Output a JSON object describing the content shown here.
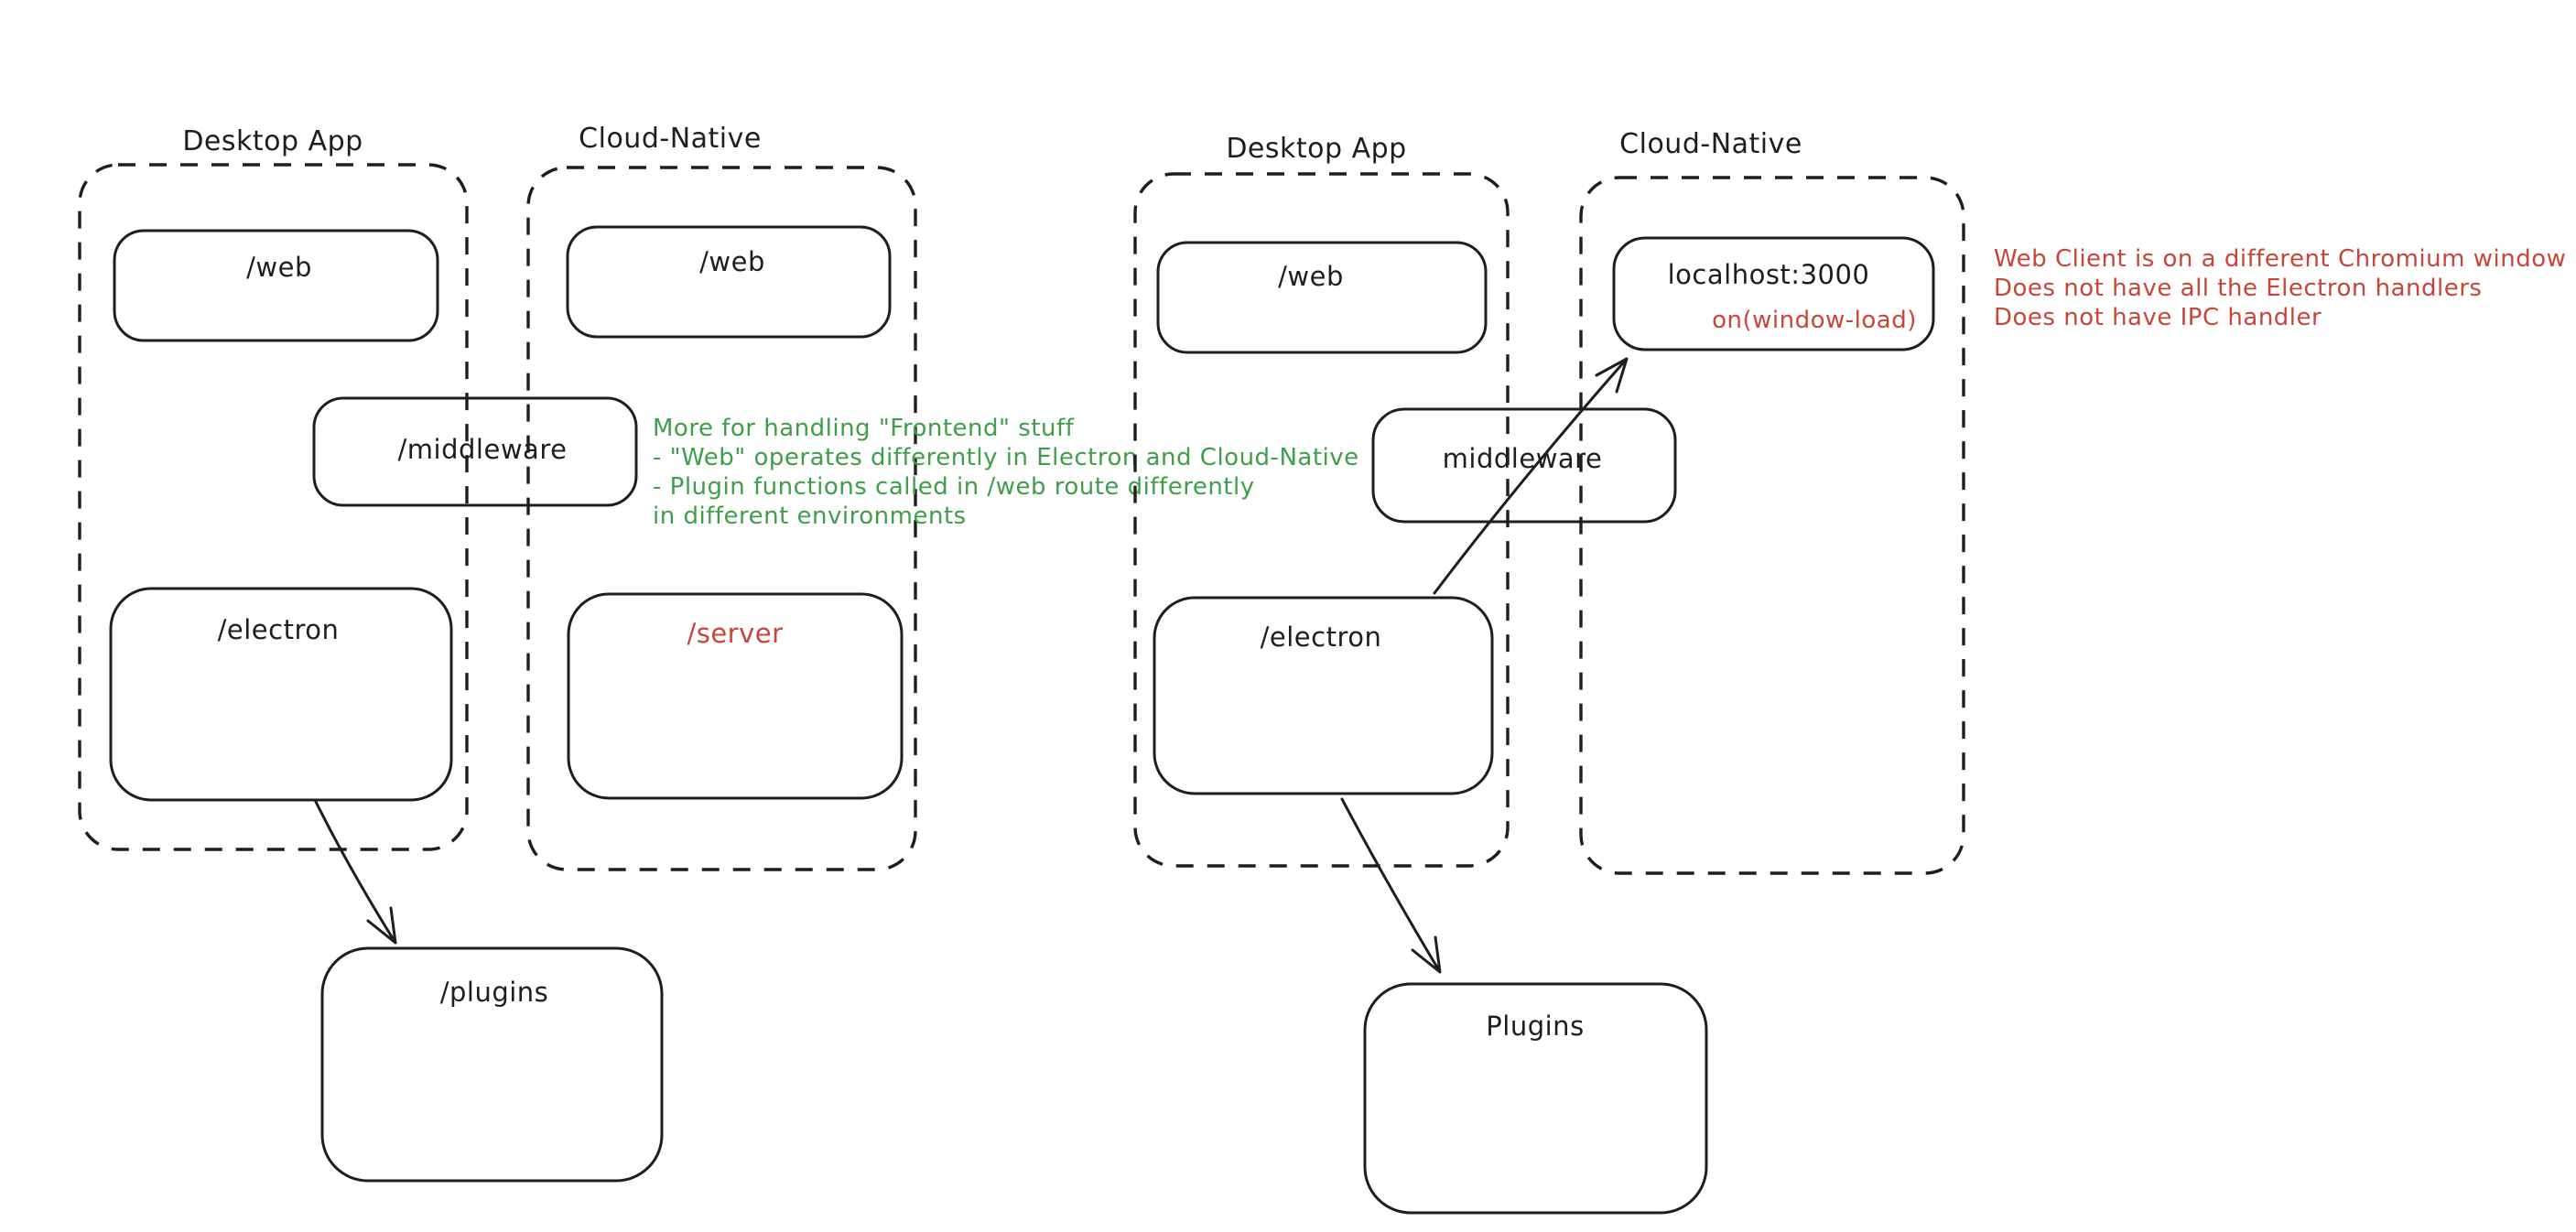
{
  "palette": {
    "ink": "#1e1e1e",
    "green": "#3f9e49",
    "red": "#c94539",
    "bg": "#ffffff"
  },
  "left_diagram": {
    "desktop": {
      "label": "Desktop App",
      "web_box": "/web",
      "electron_box": "/electron"
    },
    "cloud": {
      "label": "Cloud-Native",
      "web_box": "/web",
      "server_box": "/server"
    },
    "middleware_box": "/middleware",
    "plugins_box": "/plugins",
    "note": {
      "lines": [
        "More for handling \"Frontend\" stuff",
        "- \"Web\" operates differently in Electron and Cloud-Native",
        "- Plugin functions called in /web route differently",
        "in different environments"
      ]
    }
  },
  "right_diagram": {
    "desktop": {
      "label": "Desktop App",
      "web_box": "/web",
      "electron_box": "/electron"
    },
    "cloud": {
      "label": "Cloud-Native",
      "localhost_box": "localhost:3000",
      "event_label": "on(window-load)"
    },
    "middleware_box": "middleware",
    "plugins_box": "Plugins",
    "note": {
      "lines": [
        "Web Client is on a different Chromium window",
        "Does not have all the Electron handlers",
        "Does not have IPC handler"
      ]
    }
  }
}
